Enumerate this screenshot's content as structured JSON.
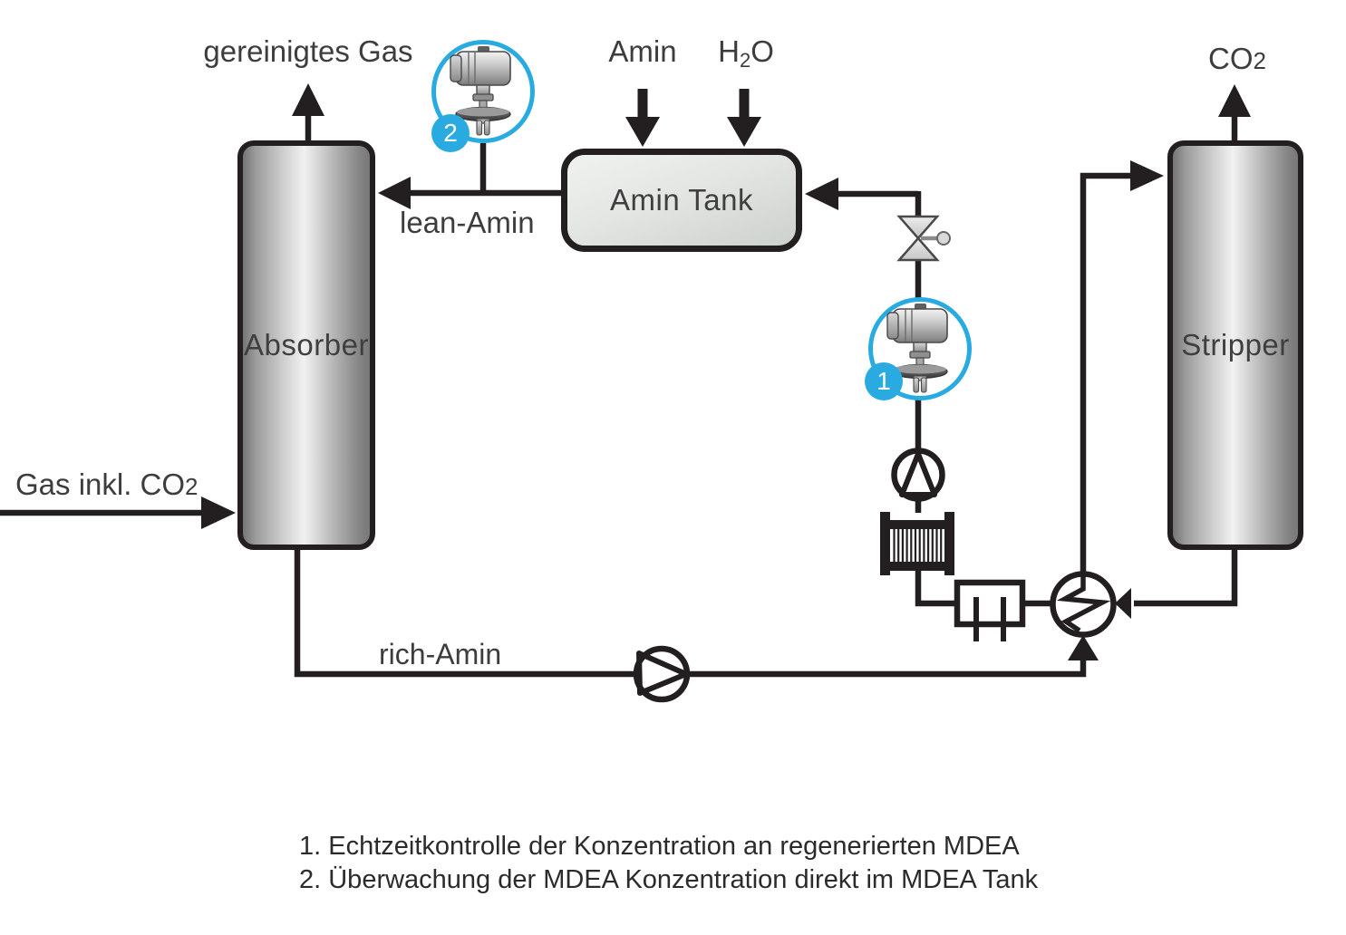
{
  "diagram": {
    "colors": {
      "line": "#231f20",
      "accent_blue": "#29abe2",
      "label_text": "#3d3d3d"
    },
    "streams": {
      "clean_gas": "gereinigtes Gas",
      "amin_feed": "Amin",
      "h2o_base": "H",
      "h2o_sub": "2",
      "h2o_tail": "O",
      "co2_base": "CO",
      "co2_sub": "2",
      "gas_inlet_base": "Gas inkl. CO",
      "gas_inlet_sub": "2",
      "lean_amin": "lean-Amin",
      "rich_amin": "rich-Amin"
    },
    "vessels": {
      "absorber": "Absorber",
      "amin_tank": "Amin Tank",
      "stripper": "Stripper"
    },
    "sensors": {
      "point1_badge": "1",
      "point2_badge": "2"
    },
    "footnotes": {
      "item1": "1. Echtzeitkontrolle der Konzentration an regenerierten MDEA",
      "item2": "2. Überwachung der MDEA Konzentration direkt im MDEA Tank"
    }
  }
}
